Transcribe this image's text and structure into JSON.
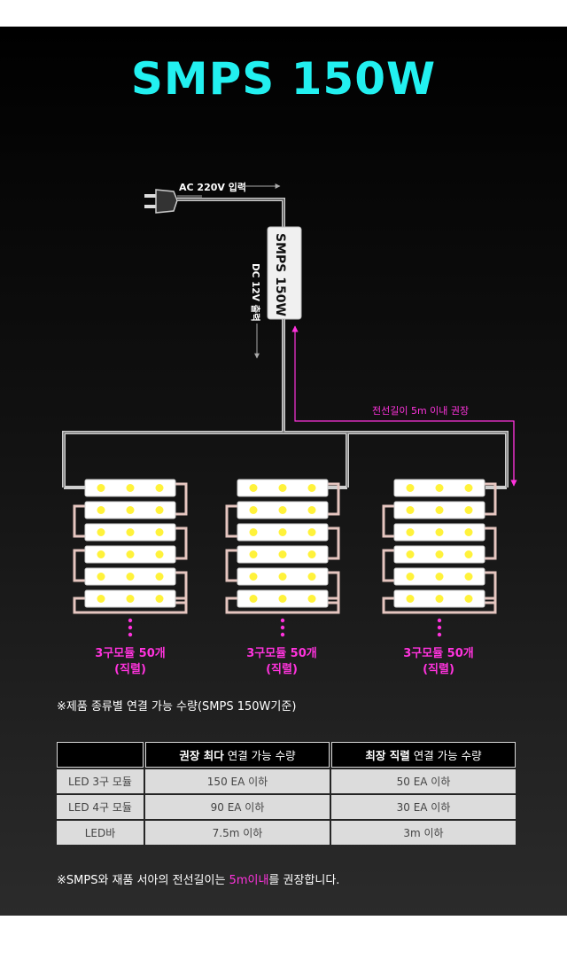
{
  "title": "SMPS 150W",
  "diagram": {
    "ac_input": "AC 220V 입력",
    "smps_label": "SMPS 150W",
    "dc_output": "DC 12V 출력",
    "cable_length": "전선길이 5m 이내 권장",
    "groups": [
      {
        "line1": "3구모듈 50개",
        "line2": "(직렬)"
      },
      {
        "line1": "3구모듈 50개",
        "line2": "(직렬)"
      },
      {
        "line1": "3구모듈 50개",
        "line2": "(직렬)"
      }
    ],
    "colors": {
      "title": "#22f0f0",
      "highlight": "#ff33dd",
      "led": "#fff23a"
    }
  },
  "table": {
    "caption": "※제품 종류별 연결 가능 수량(SMPS 150W기준)",
    "headers": [
      {
        "bold": "권장 최다",
        "rest": " 연결 가능 수량"
      },
      {
        "bold": "최장 직렬",
        "rest": " 연결 가능 수량"
      }
    ],
    "rows": [
      {
        "label": "LED 3구 모듈",
        "max": "150 EA 이하",
        "serial": "50 EA 이하"
      },
      {
        "label": "LED 4구 모듈",
        "max": "90 EA 이하",
        "serial": "30 EA 이하"
      },
      {
        "label": "LED바",
        "max": "7.5m 이하",
        "serial": "3m 이하"
      }
    ]
  },
  "footnote": {
    "before": "※SMPS와 재품 서아의 전선길이는 ",
    "highlight": "5m이내",
    "after": "를 권장합니다."
  }
}
